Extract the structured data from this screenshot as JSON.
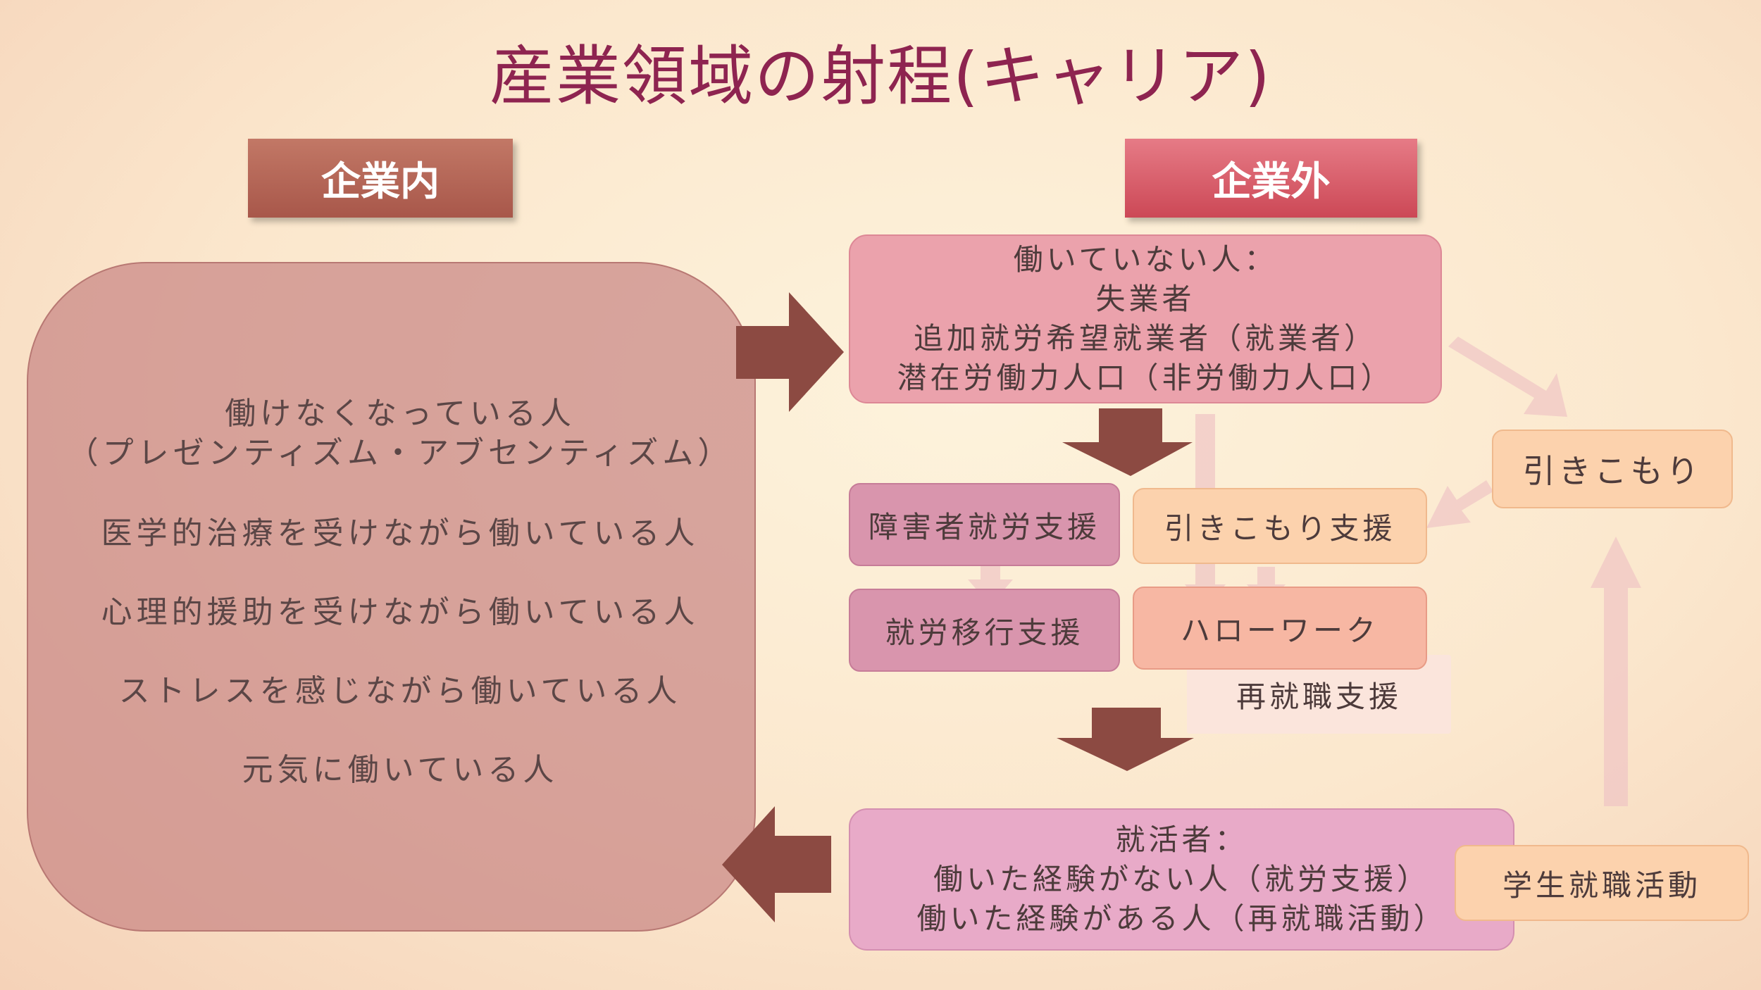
{
  "title": "産業領域の射程(キャリア)",
  "headers": {
    "inside": "企業内",
    "outside": "企業外"
  },
  "inside_company": {
    "lines": [
      "働けなくなっている人",
      "（プレゼンティズム・アブセンティズム）",
      "医学的治療を受けながら働いている人",
      "心理的援助を受けながら働いている人",
      "ストレスを感じながら働いている人",
      "元気に働いている人"
    ]
  },
  "not_working": {
    "lines": [
      "働いていない人：",
      "失業者",
      "追加就労希望就業者（就業者）",
      "潜在労働力人口（非労働力人口）"
    ]
  },
  "support": {
    "disability": "障害者就労支援",
    "transition": "就労移行支援",
    "hikikomori_support": "引きこもり支援",
    "hello_work": "ハローワーク",
    "reemployment": "再就職支援"
  },
  "hikikomori": "引きこもり",
  "job_seekers": {
    "lines": [
      "就活者：",
      "働いた経験がない人（就労支援）",
      "働いた経験がある人（再就職活動）"
    ]
  },
  "student": "学生就職活動",
  "colors": {
    "title": "#8e2450",
    "big_arrow": "#8c4a42",
    "faint_arrow": "#efc4c4"
  }
}
